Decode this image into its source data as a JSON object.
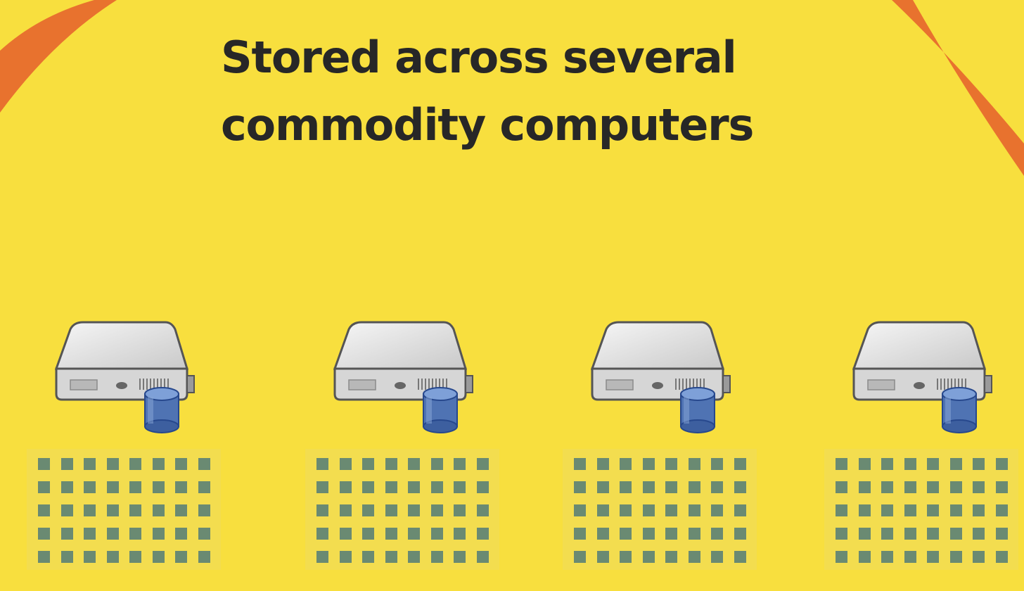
{
  "title": {
    "line1": "Stored across several",
    "line2": "commodity computers"
  },
  "servers": [
    {
      "name": "server-1"
    },
    {
      "name": "server-2"
    },
    {
      "name": "server-3"
    },
    {
      "name": "server-4"
    }
  ],
  "colors": {
    "background": "#f8df3e",
    "arc": "#e8722e",
    "text": "#272727",
    "data_block": "#6a8a72",
    "database": "#4f73b3"
  },
  "grid": {
    "rows": 5,
    "columns": 8
  },
  "icons": {
    "server": "server-icon",
    "database": "database-icon",
    "data_block": "data-block-icon"
  }
}
